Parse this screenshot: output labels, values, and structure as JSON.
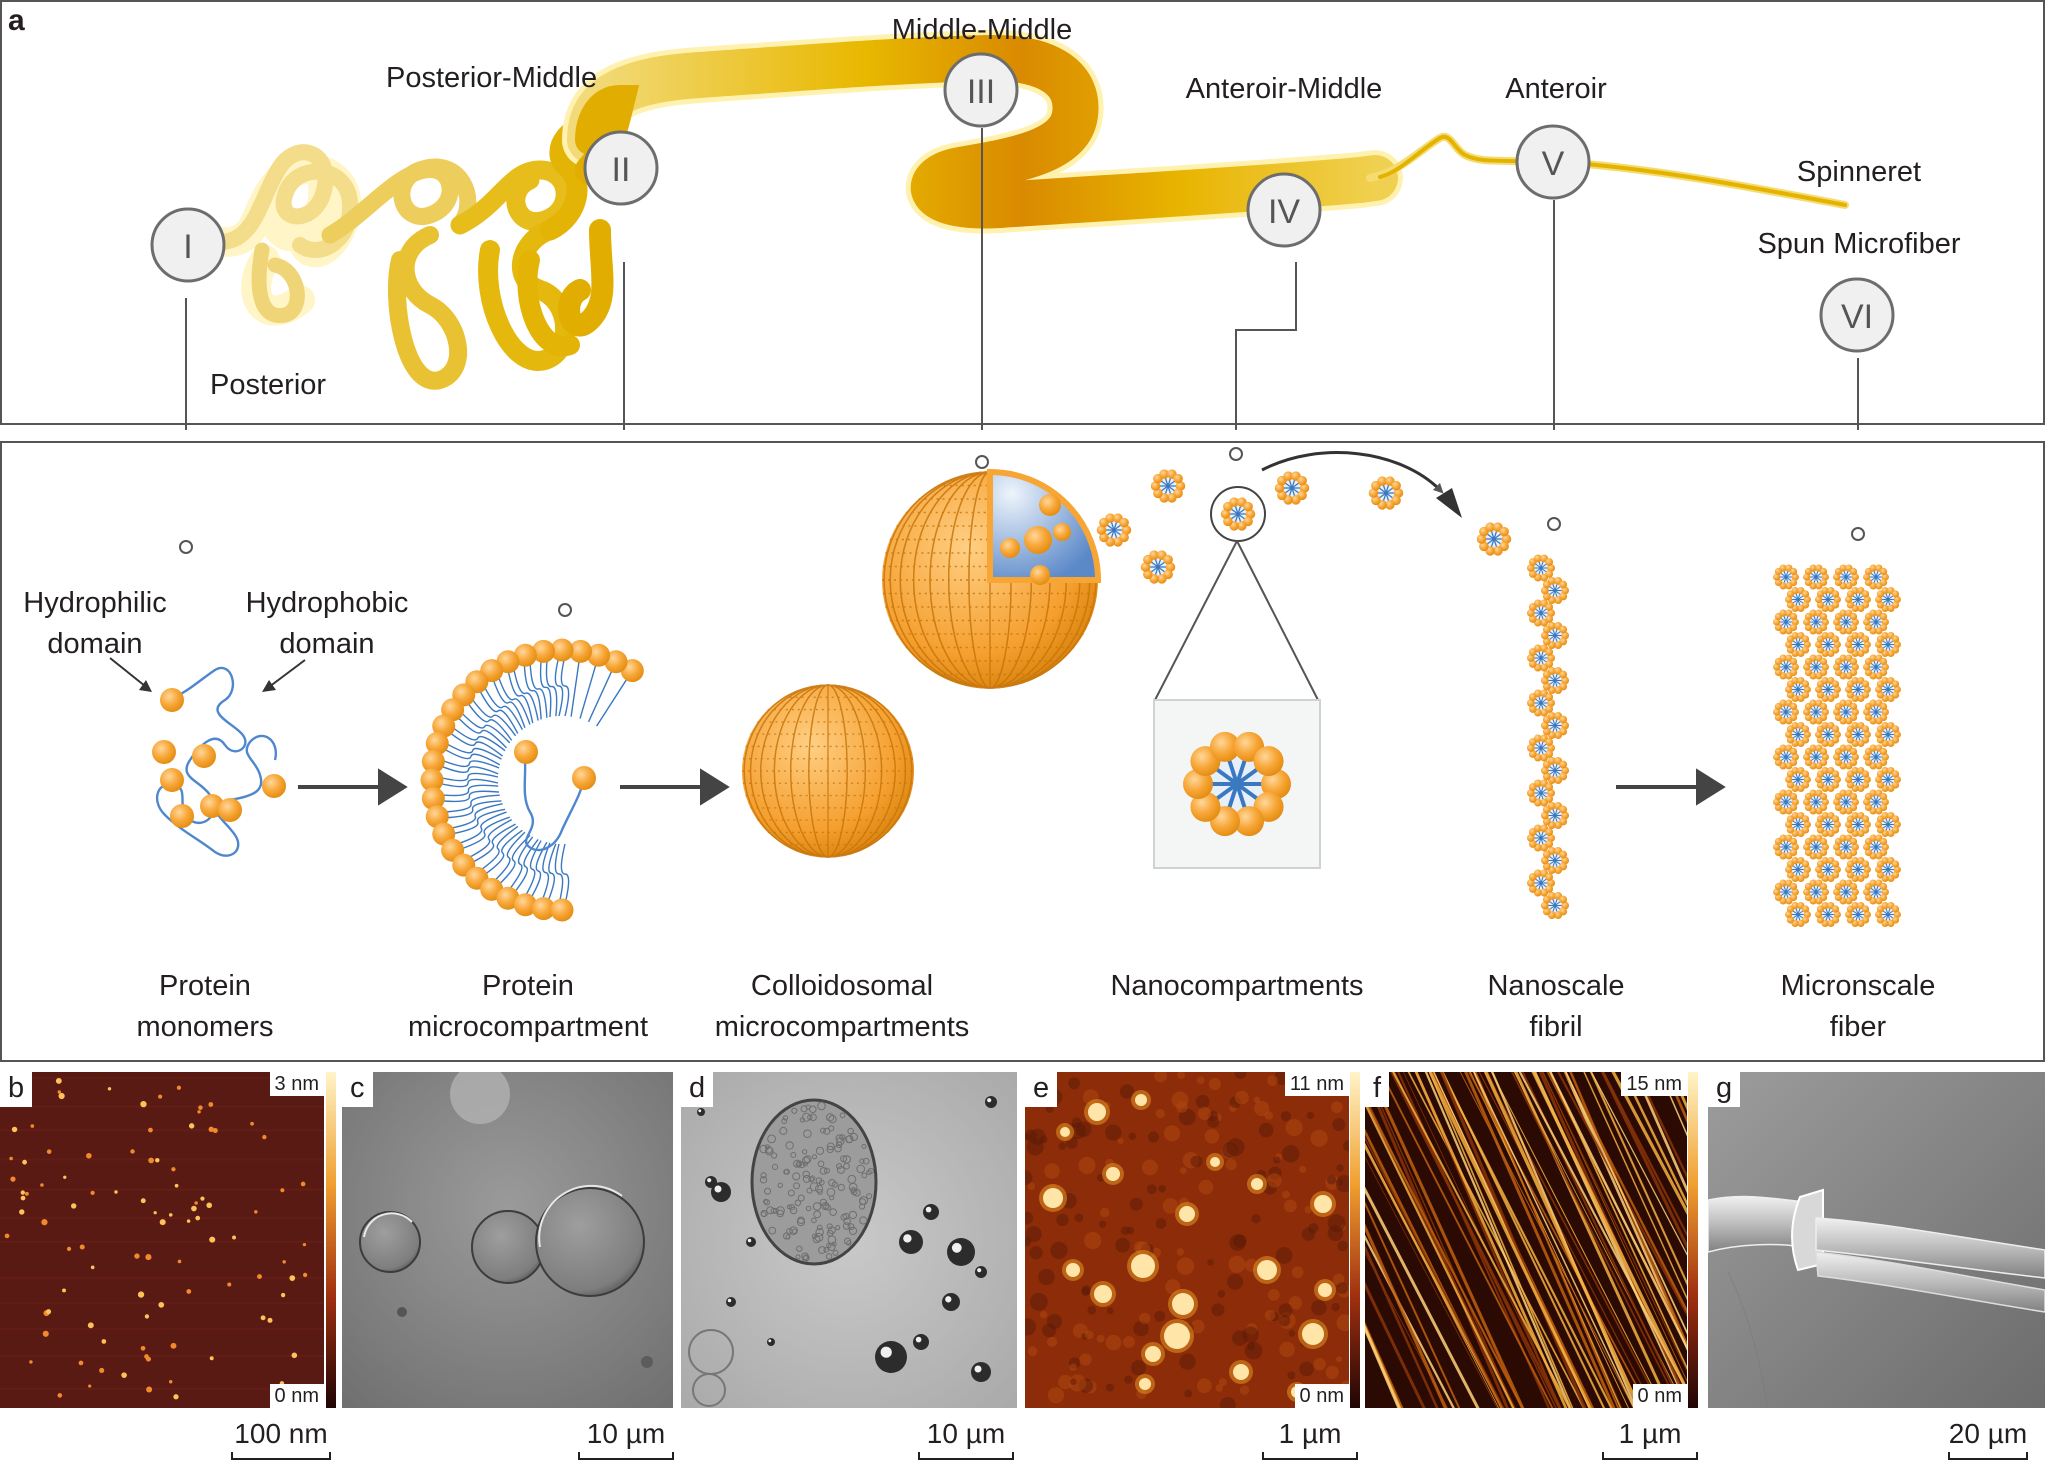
{
  "panel_a": {
    "letter": "a",
    "gland_regions": {
      "posterior": "Posterior",
      "posterior_middle": "Posterior-Middle",
      "middle_middle": "Middle-Middle",
      "anterior_middle": "Anteroir-Middle",
      "anterior": "Anteroir",
      "spinneret": "Spinneret",
      "spun_microfiber": "Spun Microfiber"
    },
    "stage_markers": [
      "I",
      "II",
      "III",
      "IV",
      "V",
      "VI"
    ],
    "domain_labels": {
      "hydrophilic_line1": "Hydrophilic",
      "hydrophilic_line2": "domain",
      "hydrophobic_line1": "Hydrophobic",
      "hydrophobic_line2": "domain"
    },
    "stages": [
      {
        "line1": "Protein",
        "line2": "monomers"
      },
      {
        "line1": "Protein",
        "line2": "microcompartment"
      },
      {
        "line1": "Colloidosomal",
        "line2": "microcompartments"
      },
      {
        "line1": "Nanocompartments",
        "line2": ""
      },
      {
        "line1": "Nanoscale",
        "line2": "fibril"
      },
      {
        "line1": "Micronscale",
        "line2": "fiber"
      }
    ],
    "colors": {
      "protein_head": "#f7a535",
      "protein_tail": "#3a78c0",
      "gland": "#e8b400",
      "frame": "#555555"
    }
  },
  "micrographs": [
    {
      "letter": "b",
      "afm_max": "3 nm",
      "afm_min": "0 nm",
      "scale_bar": "100 nm"
    },
    {
      "letter": "c",
      "scale_bar": "10 µm"
    },
    {
      "letter": "d",
      "scale_bar": "10 µm"
    },
    {
      "letter": "e",
      "afm_max": "11 nm",
      "afm_min": "0 nm",
      "scale_bar": "1 µm"
    },
    {
      "letter": "f",
      "afm_max": "15 nm",
      "afm_min": "0 nm",
      "scale_bar": "1 µm"
    },
    {
      "letter": "g",
      "scale_bar": "20 µm"
    }
  ]
}
